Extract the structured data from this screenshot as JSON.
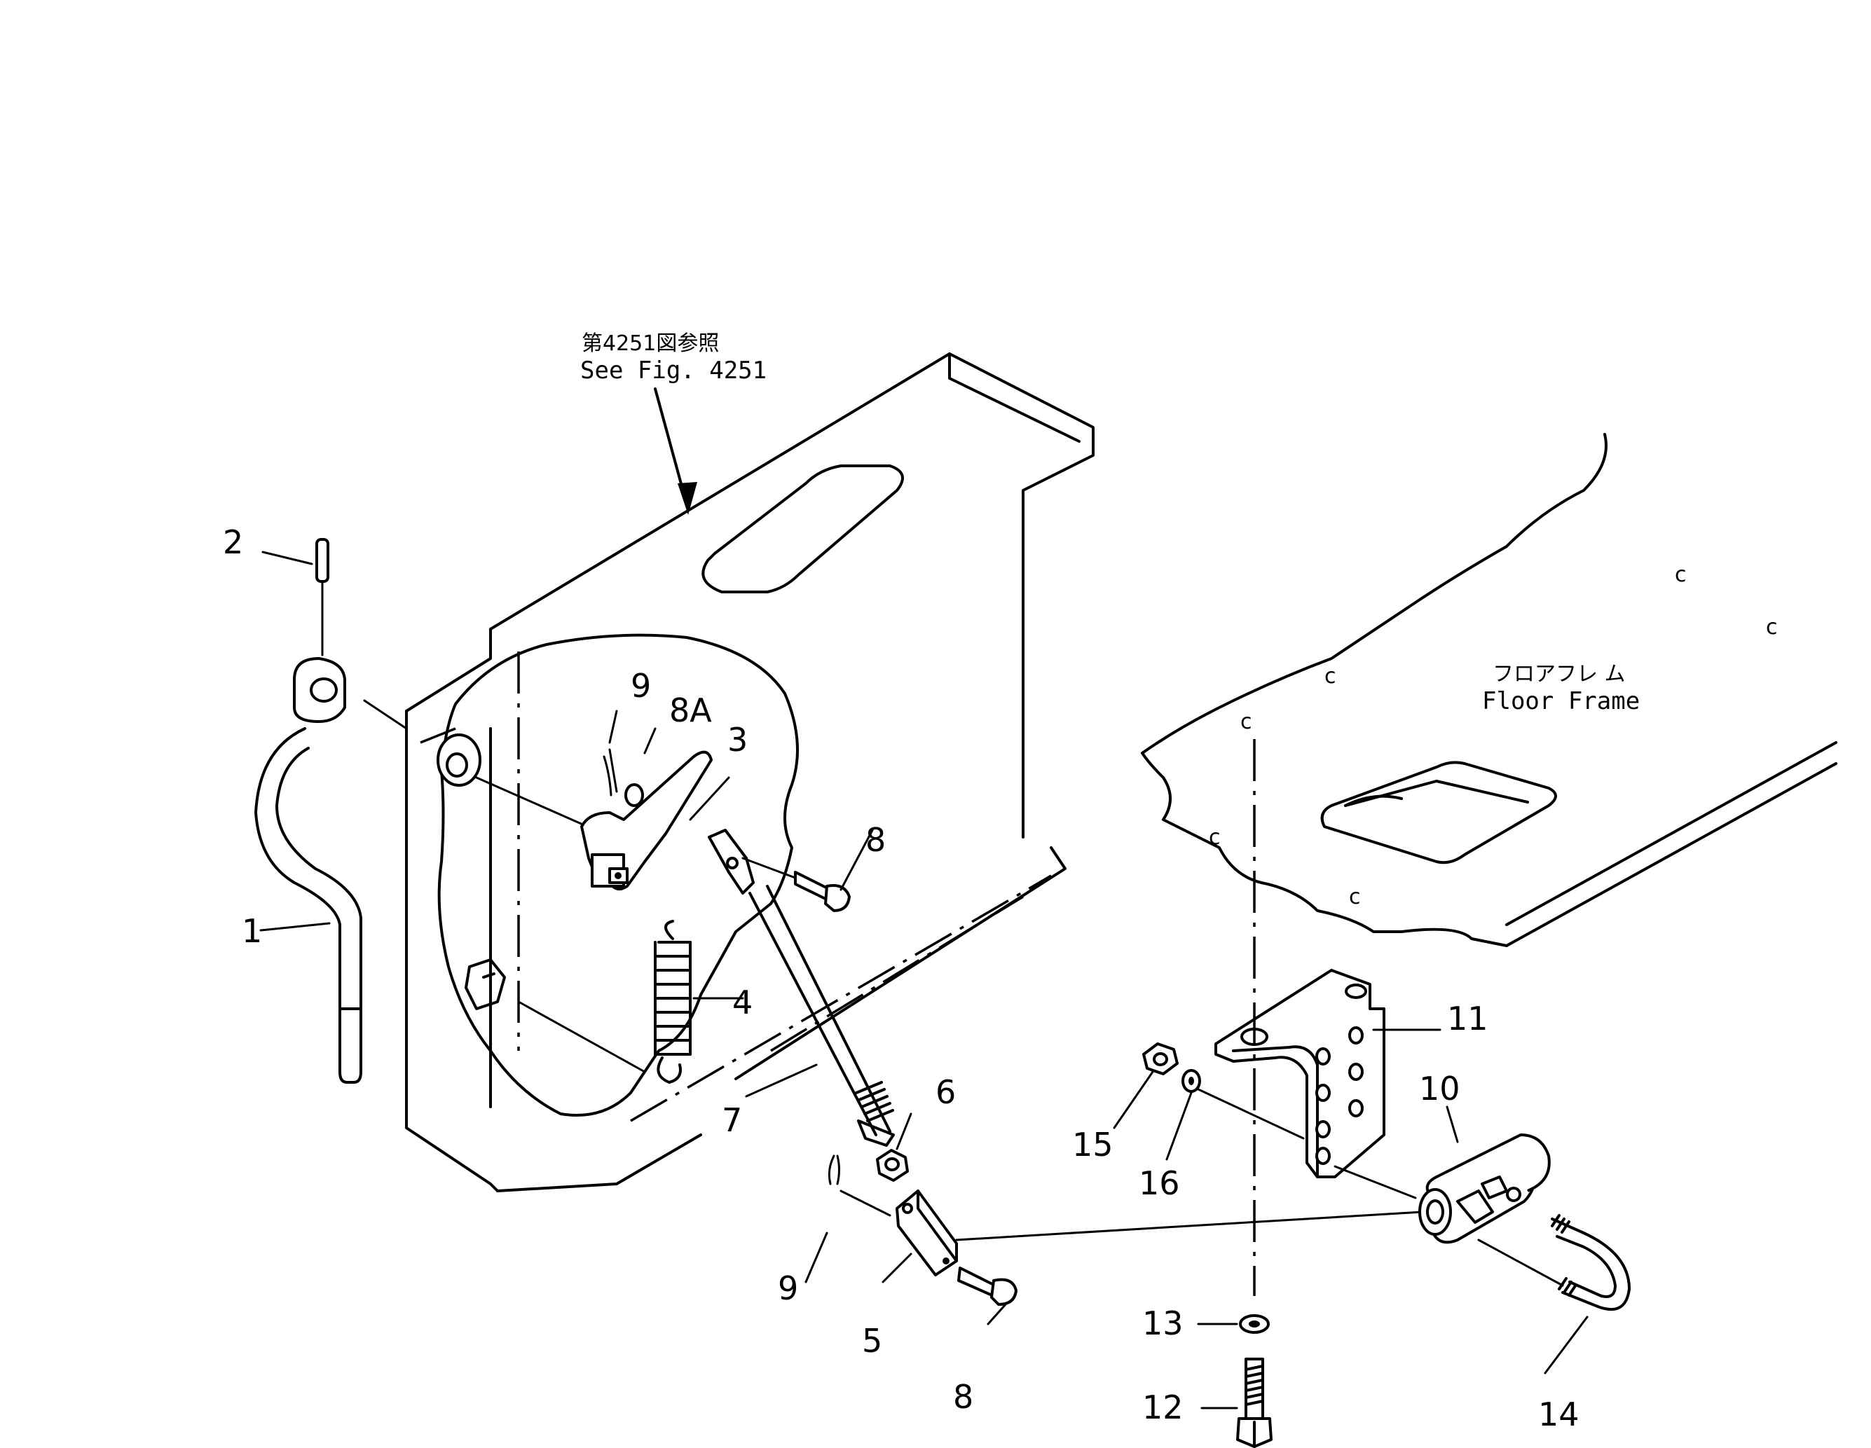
{
  "reference_note": {
    "jp": "第4251図参照",
    "en": "See Fig. 4251"
  },
  "floor_frame": {
    "jp": "フロアフレ ム",
    "en": "Floor Frame"
  },
  "callouts": {
    "c1": "1",
    "c2": "2",
    "c3": "3",
    "c4": "4",
    "c5": "5",
    "c6": "6",
    "c7": "7",
    "c8a": "8",
    "c8b": "8",
    "c8A": "8A",
    "c9a": "9",
    "c9b": "9",
    "c10": "10",
    "c11": "11",
    "c12": "12",
    "c13": "13",
    "c14": "14",
    "c15": "15",
    "c16": "16"
  }
}
